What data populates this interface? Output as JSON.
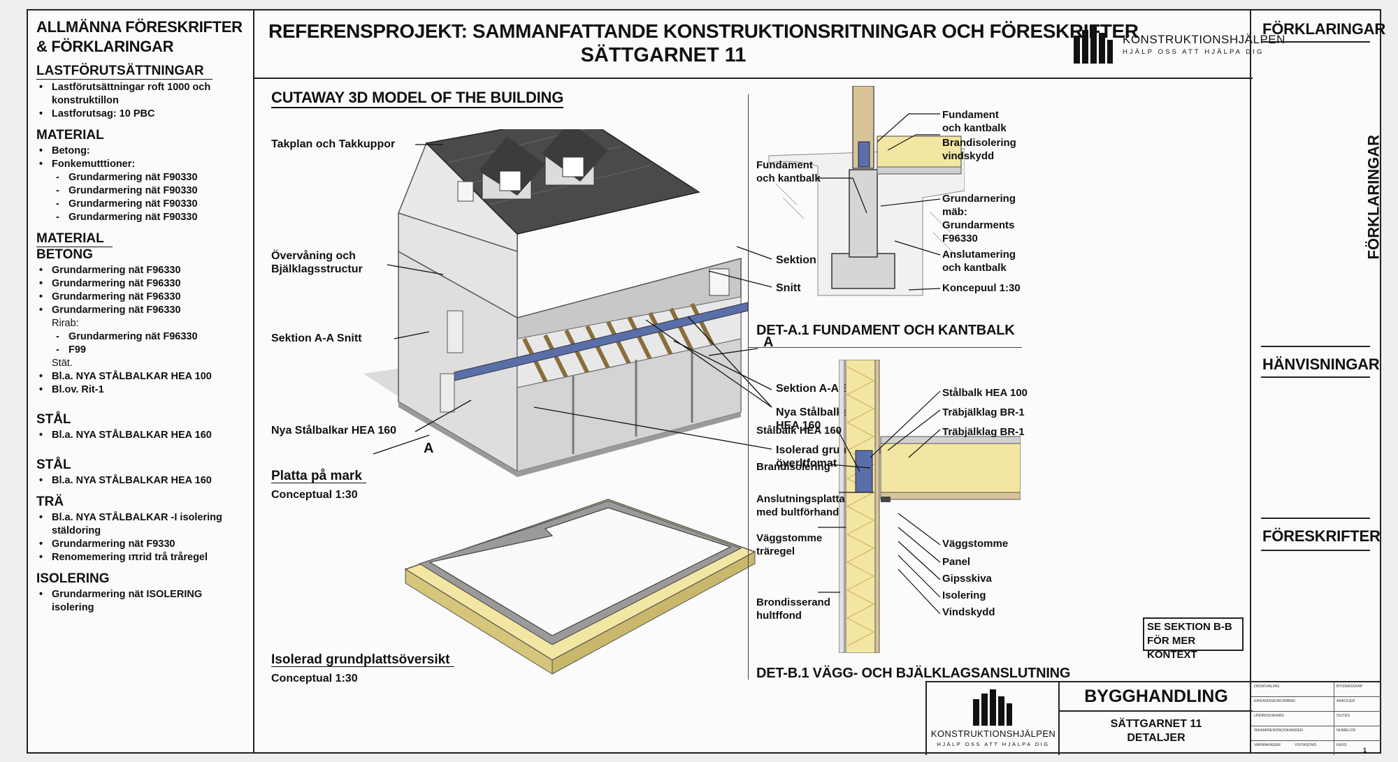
{
  "left": {
    "title": [
      "ALLMÄNNA FÖRESKRIFTER",
      "& FÖRKLARINGAR"
    ],
    "sections": [
      {
        "head": "LASTFÖRUTSÄTTNINGAR",
        "underline": true,
        "items": [
          {
            "t": "Lastförutsättningar roft 1000 och konstruktillon",
            "k": "b"
          },
          {
            "t": "Lastforutsag: 10 PBC",
            "k": "b"
          }
        ]
      },
      {
        "head": "MATERIAL",
        "underline": false,
        "items": [
          {
            "t": "Betong:",
            "k": "b"
          },
          {
            "t": "Fonkemutttioner:",
            "k": "b"
          },
          {
            "t": "Grundarmering nät F90330",
            "k": "d"
          },
          {
            "t": "Grundarmering nät F90330",
            "k": "d"
          },
          {
            "t": "Grundarmering nät F90330",
            "k": "d"
          },
          {
            "t": "Grundarmering nät F90330",
            "k": "d"
          }
        ]
      },
      {
        "head": "MATERIAL",
        "underline": true,
        "items": []
      },
      {
        "head": "BETONG",
        "underline": false,
        "tight": true,
        "items": [
          {
            "t": "Grundarmering nät F96330",
            "k": "b"
          },
          {
            "t": "Grundarmering nät F96330",
            "k": "b"
          },
          {
            "t": "Grundarmering nät F96330",
            "k": "b"
          },
          {
            "t": "Grundarmering nät F96330",
            "k": "b"
          },
          {
            "t": "Rirab:",
            "k": "p"
          },
          {
            "t": "Grundarmering nät  F96330",
            "k": "d"
          },
          {
            "t": "F99",
            "k": "d"
          },
          {
            "t": "Stät.",
            "k": "p"
          },
          {
            "t": "Bl.a. NYA STÅLBALKAR HEA 100",
            "k": "b"
          },
          {
            "t": "Bl.ov. Rit-1",
            "k": "b"
          }
        ]
      },
      {
        "head": "STÅL",
        "underline": false,
        "gap": true,
        "items": [
          {
            "t": "Bl.a. NYA STÅLBALKAR HEA 160",
            "k": "b"
          }
        ]
      },
      {
        "head": "STÅL",
        "underline": false,
        "gap": true,
        "items": [
          {
            "t": "Bl.a. NYA STÅLBALKAR HEA 160",
            "k": "b"
          }
        ]
      },
      {
        "head": "TRÄ",
        "underline": false,
        "items": [
          {
            "t": "Bl.a. NYA STÅLBALKAR -I isolering stäldoring",
            "k": "b"
          },
          {
            "t": "Grundarmering nät F9330",
            "k": "b"
          },
          {
            "t": "Renomemering ιπrid trå tråregel",
            "k": "b"
          }
        ]
      },
      {
        "head": "ISOLERING",
        "underline": false,
        "items": [
          {
            "t": "Grundarmering nät ISOLERING isolering",
            "k": "b"
          }
        ]
      }
    ]
  },
  "header": {
    "title1": "REFERENSPROJEKT: SAMMANFATTANDE KONSTRUKTIONSRITNINGAR OCH FÖRESKRIFTER",
    "title2": "SÄTTGARNET 11"
  },
  "logo": {
    "name": "KONSTRUKTIONSHJÄLPEN",
    "tagline": "HJÄLP OSS ATT HJÄLPA DIG"
  },
  "cutaway": {
    "title": "CUTAWAY 3D MODEL OF THE BUILDING",
    "labels": {
      "takplan": "Takplan och Takkuppor",
      "overvaning1": "Övervåning och",
      "overvaning2": "Bjälklagsstructur",
      "sektion_snitt_left": "Sektion A-A Snitt",
      "nya_left": "Nya Stålbalkar HEA 160",
      "sektion_aa": "Sektion A-A",
      "snitt": "Snitt",
      "sektion_snitt_right": "Sektion A-A Snitt",
      "nya_right1": "Nya Stålbalkar",
      "nya_right2": "HEA 160",
      "isolerad1": "Isolerad grundplatts-",
      "isolerad2": "överltfomat",
      "marker_a": "A"
    }
  },
  "slab": {
    "title": "Platta på mark",
    "scale": "Conceptual 1:30",
    "title2": "Isolerad grundplattsöversikt",
    "scale2": "Conceptual 1:30"
  },
  "detail_a": {
    "title": "DET-A.1 FUNDAMENT OCH KANTBALK",
    "labels": {
      "fund_left1": "Fundament",
      "fund_left2": "och kantbalk",
      "fund_r1": "Fundament",
      "fund_r2": "och kantbalk",
      "brand1": "Brandisolering",
      "brand2": "vindskydd",
      "grund1": "Grundarnering",
      "grund2": "mäb:",
      "grund3": "Grundarments",
      "grund4": "F96330",
      "ansl1": "Anslutamering",
      "ansl2": "och kantbalk",
      "konc": "Koncepuul 1:30"
    }
  },
  "detail_b": {
    "title": "DET-B.1 VÄGG- OCH BJÄLKLAGSANSLUTNING",
    "labels": {
      "stalbalk_l": "Stålbalk HEA 160",
      "brandiso": "Brandisolering",
      "ansl1": "Anslutningsplatta",
      "ansl2": "med bultförhand",
      "vagg1": "Väggstomme",
      "vagg2": "träregel",
      "brondis1": "Brondisserand",
      "brondis2": "hultffond",
      "stalbalk_r": "Stålbalk HEA 100",
      "trab1": "Träbjälklag BR-1",
      "trab2": "Träbjälklag BR-1",
      "vaggstomme": "Väggstomme",
      "panel": "Panel",
      "gips": "Gipsskiva",
      "isol": "Isolering",
      "vind": "Vindskydd",
      "note1": "SE SEKTION B-B",
      "note2": "FÖR MER KONTEXT"
    }
  },
  "right": {
    "h1": "FÖRKLARINGAR",
    "vertical": "FÖRKLARINGAR",
    "h2": "HÄNVISNINGAR",
    "h3": "FÖRESKRIFTER"
  },
  "titleblock": {
    "heading": "BYGGHANDLING",
    "sub1": "SÄTTGARNET 11",
    "sub2": "DETALJER",
    "cells": [
      [
        "OBSKIVALING",
        "BYGNASSKAP"
      ],
      [
        "ERKANISSESKOMBAD",
        "ANKOLER"
      ],
      [
        "UNDROGSKARS",
        "OUTES"
      ],
      [
        "INKAMRIERDNOOKANDEN",
        "NUMELOS"
      ],
      [
        "VARMAKADER",
        "KASS"
      ]
    ],
    "extra": "VISTASONS",
    "sheet_no": "1"
  },
  "colors": {
    "insulation": "#f3e6a3",
    "steel": "#5a6fa8",
    "roof": "#4a4a4a",
    "concrete": "#d6d6d6",
    "wood": "#d9c49a"
  }
}
